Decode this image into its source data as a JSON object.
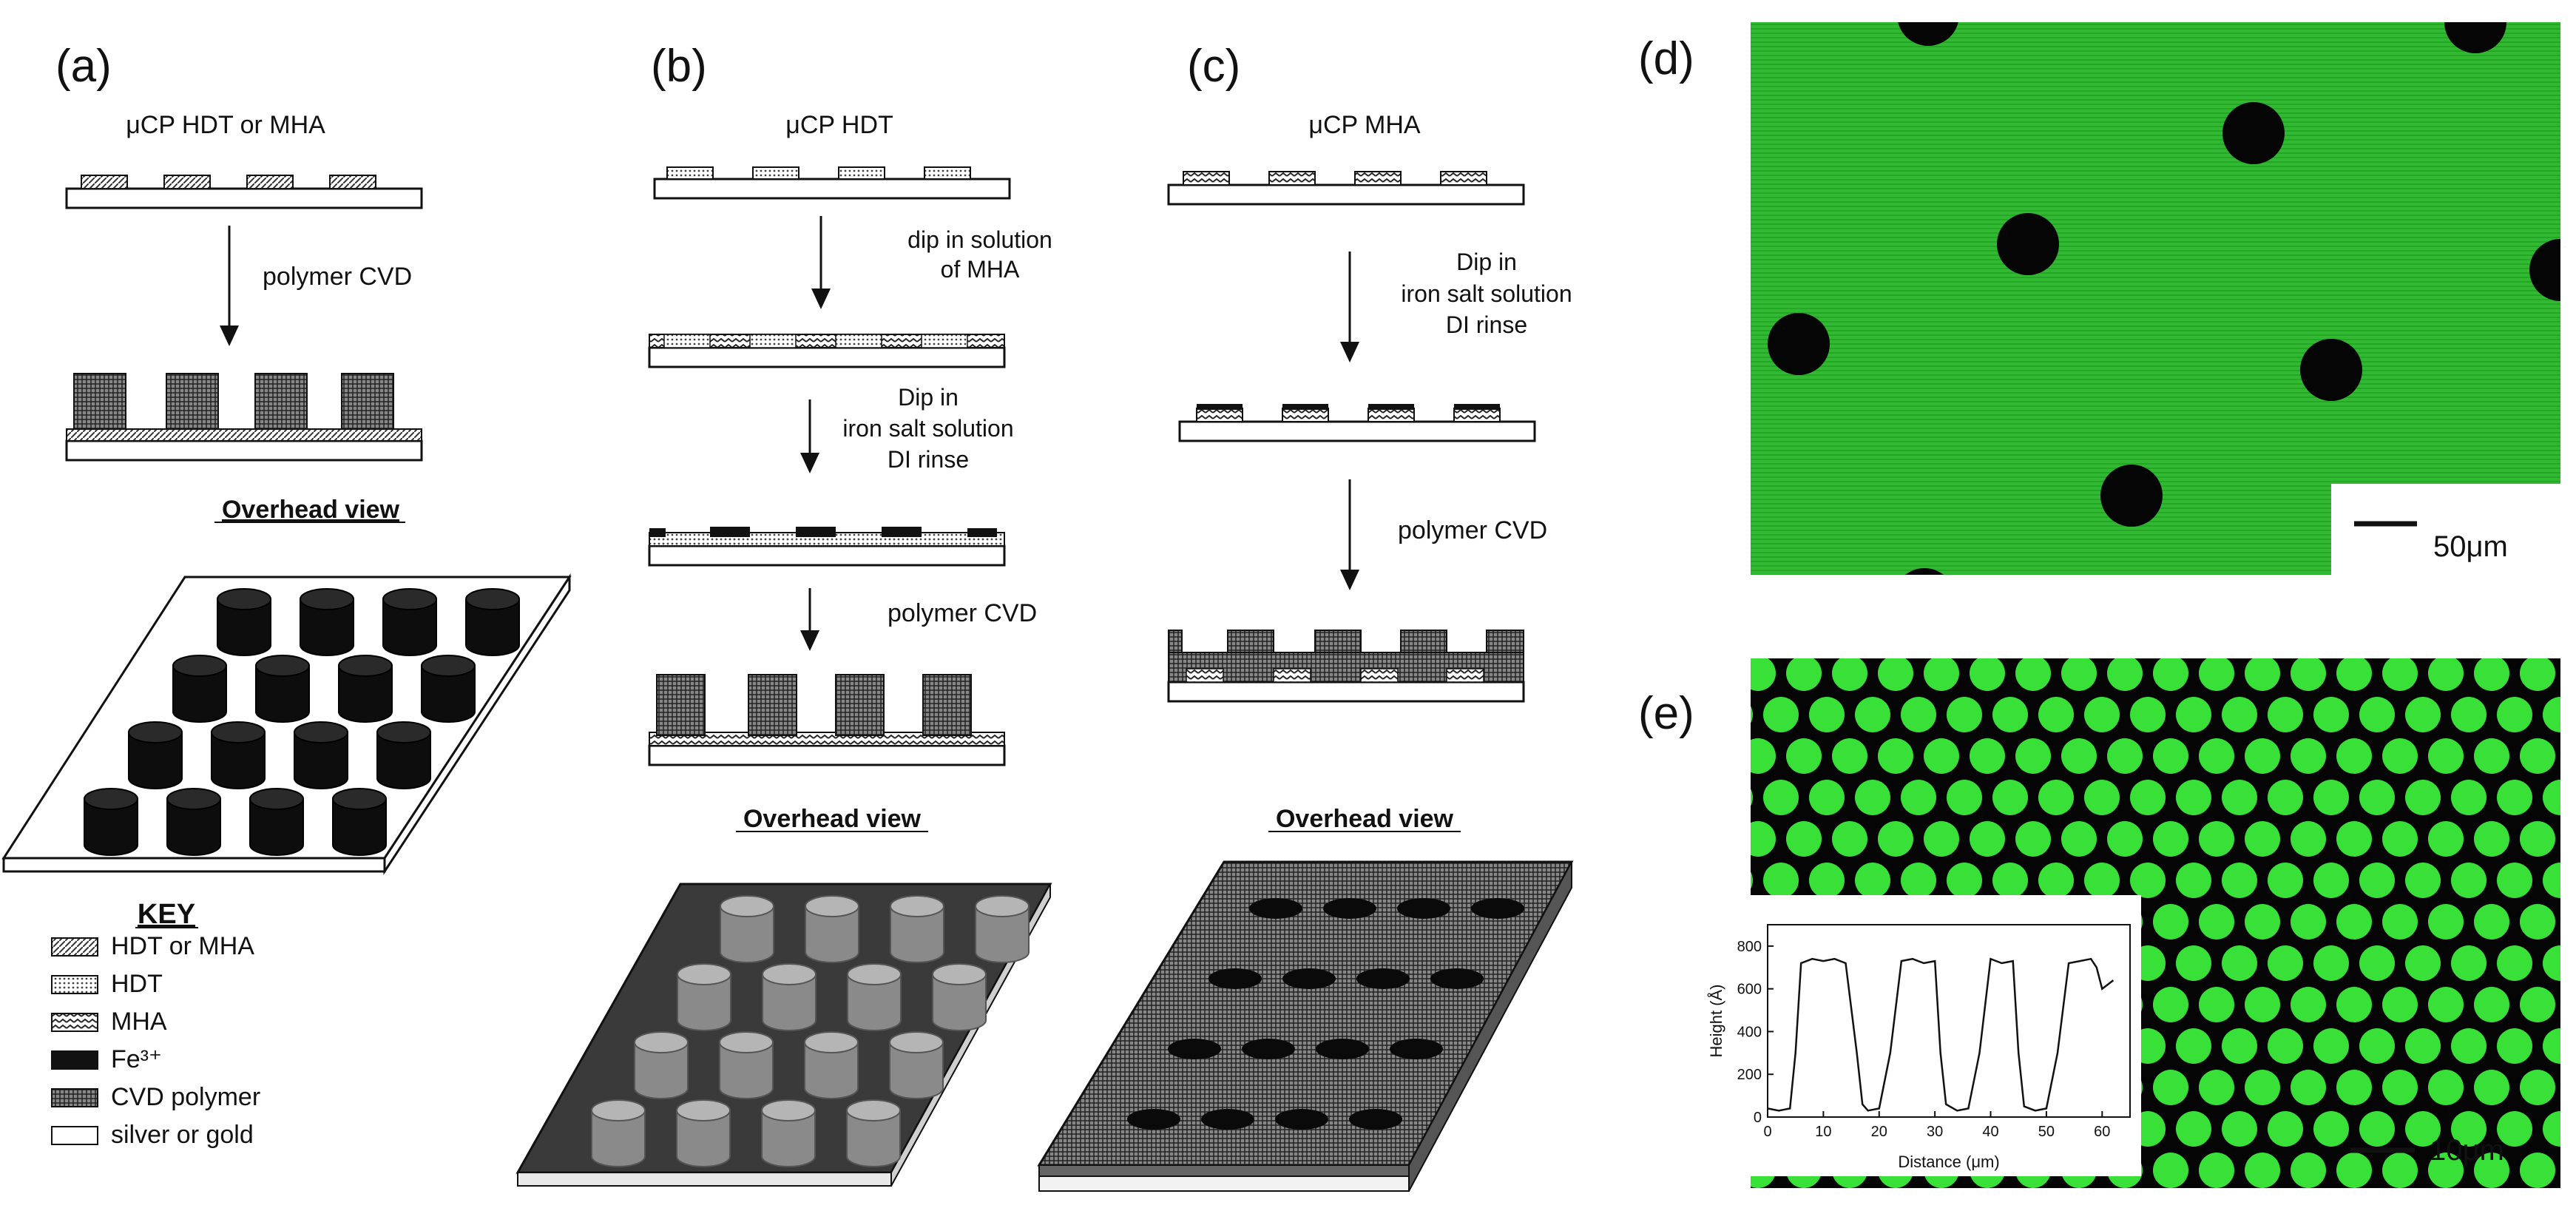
{
  "panels": {
    "a": {
      "letter": "(a)",
      "title": "μCP HDT or MHA",
      "step1": "polymer CVD",
      "overhead": "Overhead view"
    },
    "b": {
      "letter": "(b)",
      "title": "μCP HDT",
      "step1": [
        "dip in solution",
        "of MHA"
      ],
      "step2": [
        "Dip in",
        "iron salt solution",
        "DI rinse"
      ],
      "step3": "polymer CVD",
      "overhead": "Overhead view"
    },
    "c": {
      "letter": "(c)",
      "title": "μCP MHA",
      "step1": [
        "Dip in",
        "iron salt solution",
        "DI rinse"
      ],
      "step2": "polymer CVD",
      "overhead": "Overhead view"
    },
    "d": {
      "letter": "(d)",
      "scale": "50μm"
    },
    "e": {
      "letter": "(e)",
      "scale": "10μm"
    }
  },
  "key": {
    "title": "KEY",
    "items": [
      {
        "label": "HDT or MHA",
        "swatch": "hatch"
      },
      {
        "label": "HDT",
        "swatch": "dots"
      },
      {
        "label": "MHA",
        "swatch": "zigzag"
      },
      {
        "label": "Fe³⁺",
        "swatch": "solid"
      },
      {
        "label": "CVD polymer",
        "swatch": "grid"
      },
      {
        "label": "silver or gold",
        "swatch": "empty"
      }
    ]
  },
  "colors": {
    "green": "#2fc82f",
    "bright_green": "#38e038",
    "dark": "#111111",
    "hole": "#0a0a0a"
  },
  "chart_data": {
    "type": "line",
    "title": "",
    "xlabel": "Distance (μm)",
    "ylabel": "Height (Å)",
    "xlim": [
      0,
      65
    ],
    "ylim": [
      0,
      900
    ],
    "x_ticks": [
      0,
      10,
      20,
      30,
      40,
      50,
      60
    ],
    "y_ticks": [
      0,
      200,
      400,
      600,
      800
    ],
    "x": [
      0,
      2,
      4,
      5,
      6,
      8,
      10,
      12,
      14,
      16,
      17,
      18,
      20,
      22,
      24,
      26,
      28,
      30,
      31,
      32,
      34,
      36,
      38,
      40,
      42,
      44,
      45,
      46,
      48,
      50,
      52,
      54,
      56,
      58,
      59,
      60,
      62
    ],
    "y": [
      40,
      30,
      40,
      300,
      720,
      740,
      730,
      740,
      720,
      300,
      60,
      30,
      40,
      300,
      730,
      740,
      720,
      730,
      300,
      60,
      30,
      40,
      300,
      740,
      720,
      730,
      300,
      50,
      30,
      40,
      300,
      720,
      730,
      740,
      700,
      600,
      640
    ]
  }
}
